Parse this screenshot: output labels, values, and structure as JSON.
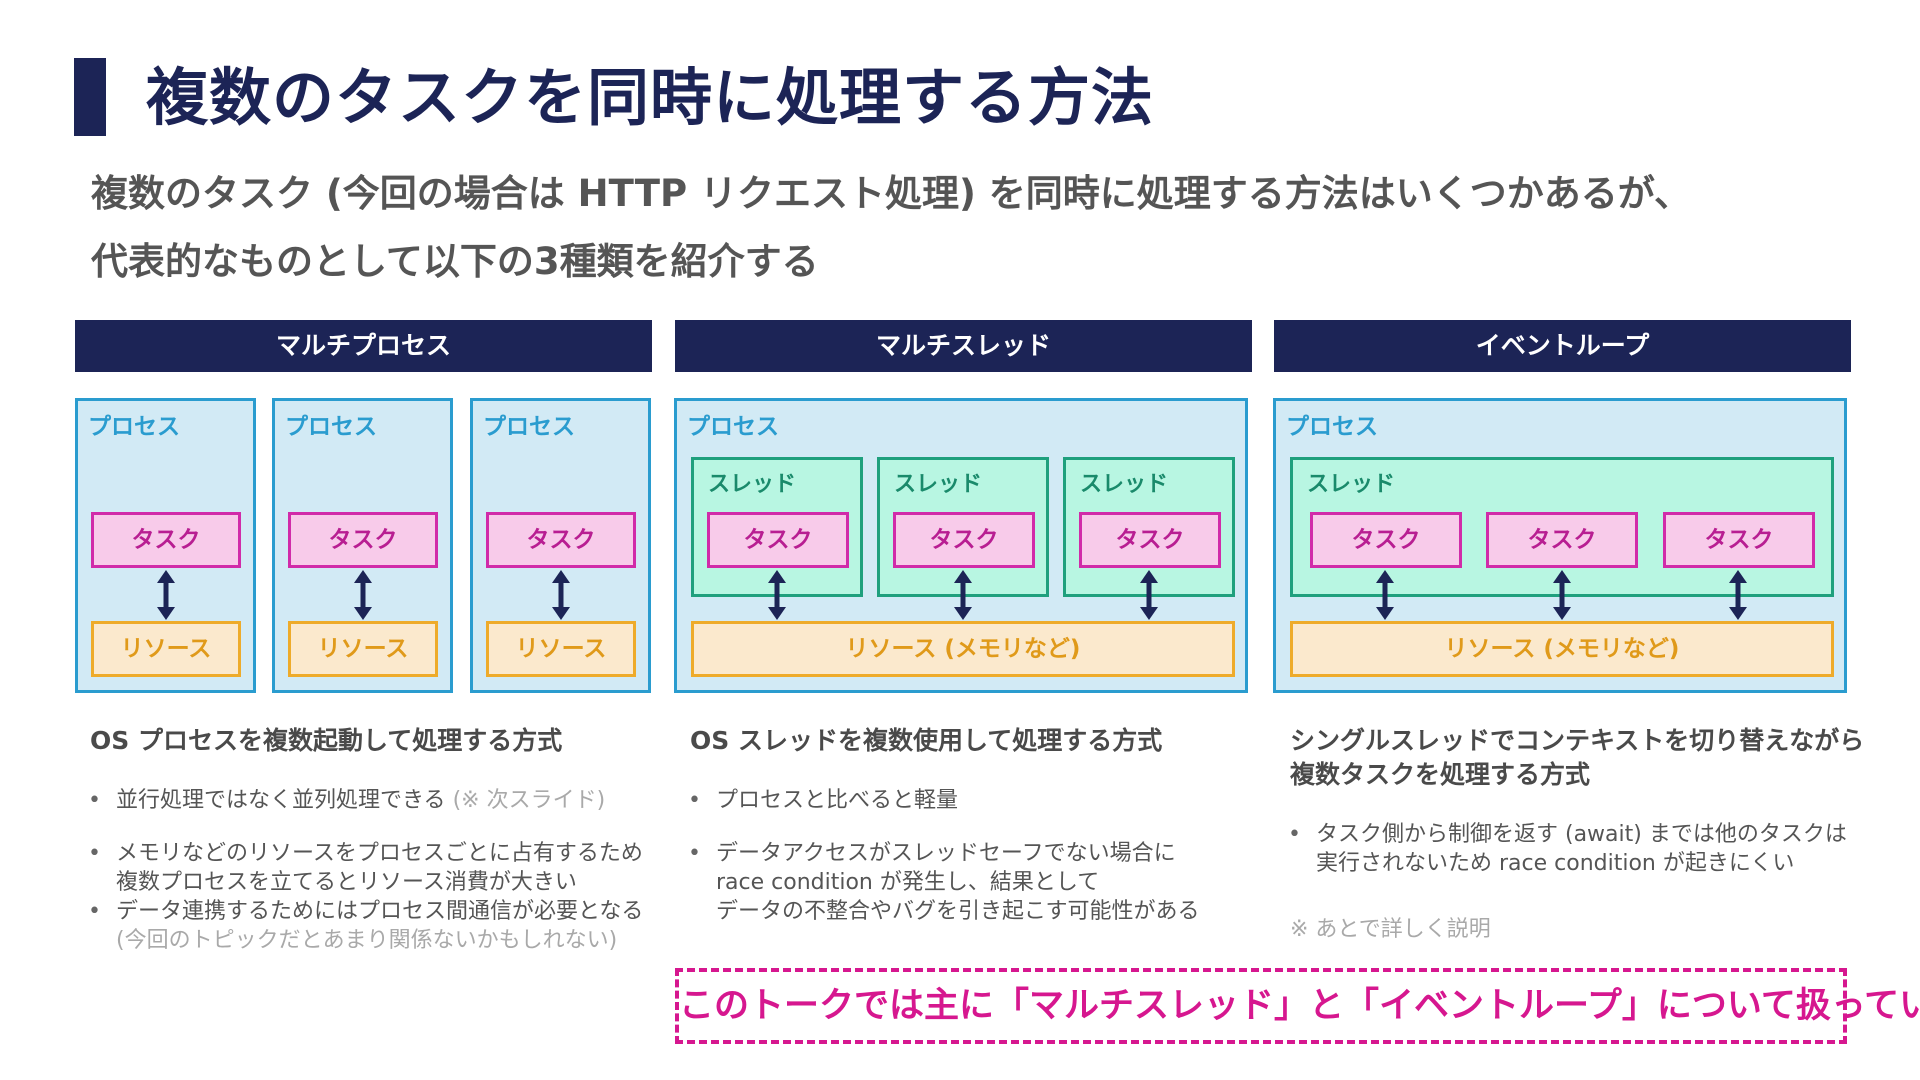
{
  "title": "複数のタスクを同時に処理する方法",
  "intro": {
    "line1": "複数のタスク (今回の場合は HTTP リクエスト処理) を同時に処理する方法はいくつかあるが、",
    "line2": "代表的なものとして以下の3種類を紹介する"
  },
  "labels": {
    "process": "プロセス",
    "thread": "スレッド",
    "task": "タスク",
    "resource": "リソース",
    "resource_memory": "リソース (メモリなど)"
  },
  "columns": [
    {
      "header": "マルチプロセス",
      "description": "OS プロセスを複数起動して処理する方式",
      "bullets": [
        {
          "lines": [
            "並行処理ではなく並列処理できる"
          ],
          "note": "(※ 次スライド)"
        },
        {
          "lines": [
            "メモリなどのリソースをプロセスごとに占有するため",
            "複数プロセスを立てるとリソース消費が大きい"
          ]
        },
        {
          "lines": [
            "データ連携するためにはプロセス間通信が必要となる"
          ],
          "note": "(今回のトピックだとあまり関係ないかもしれない)"
        }
      ]
    },
    {
      "header": "マルチスレッド",
      "description": "OS スレッドを複数使用して処理する方式",
      "bullets": [
        {
          "lines": [
            "プロセスと比べると軽量"
          ]
        },
        {
          "lines": [
            "データアクセスがスレッドセーフでない場合に",
            "race condition が発生し、結果として",
            "データの不整合やバグを引き起こす可能性がある"
          ]
        }
      ]
    },
    {
      "header": "イベントループ",
      "description_lines": [
        "シングルスレッドでコンテキストを切り替えながら",
        "複数タスクを処理する方式"
      ],
      "bullets": [
        {
          "lines": [
            "タスク側から制御を返す (await) までは他のタスクは",
            "実行されないため race condition が起きにくい"
          ]
        }
      ],
      "footnote": "※ あとで詳しく説明"
    }
  ],
  "callout": "このトークでは主に「マルチスレッド」と「イベントループ」について扱っていく",
  "colors": {
    "navy": "#1c2456",
    "process_border": "#2a9ccf",
    "process_fill": "#d2eaf5",
    "thread_border": "#1fa07d",
    "thread_fill": "#b8f6e2",
    "task_border": "#d12ba9",
    "task_fill": "#f8cbea",
    "resource_border": "#eeab2a",
    "resource_fill": "#fbe9cd",
    "callout": "#d6178f"
  }
}
